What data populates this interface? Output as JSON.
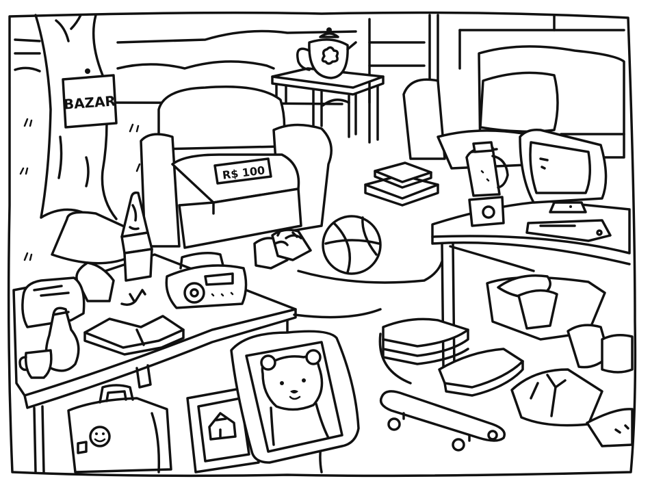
{
  "scene": {
    "signs": {
      "bazar": "BAZAR",
      "price_tag": "R$ 100"
    },
    "colors": {
      "ink": "#111111",
      "paper": "#ffffff"
    },
    "items": [
      "tree",
      "bazar-sign",
      "window",
      "armchair",
      "price-tag",
      "side-table",
      "teapot",
      "sofa",
      "stacked-books",
      "blender",
      "computer-monitor",
      "keyboard",
      "table-lamp",
      "lava-lamp",
      "radio",
      "toaster",
      "vase",
      "cup",
      "open-book",
      "baby-shoes",
      "ball",
      "suitcase",
      "picture-frame",
      "teddy-bear-frame",
      "skateboard",
      "folded-clothes",
      "basket",
      "shirt"
    ]
  }
}
